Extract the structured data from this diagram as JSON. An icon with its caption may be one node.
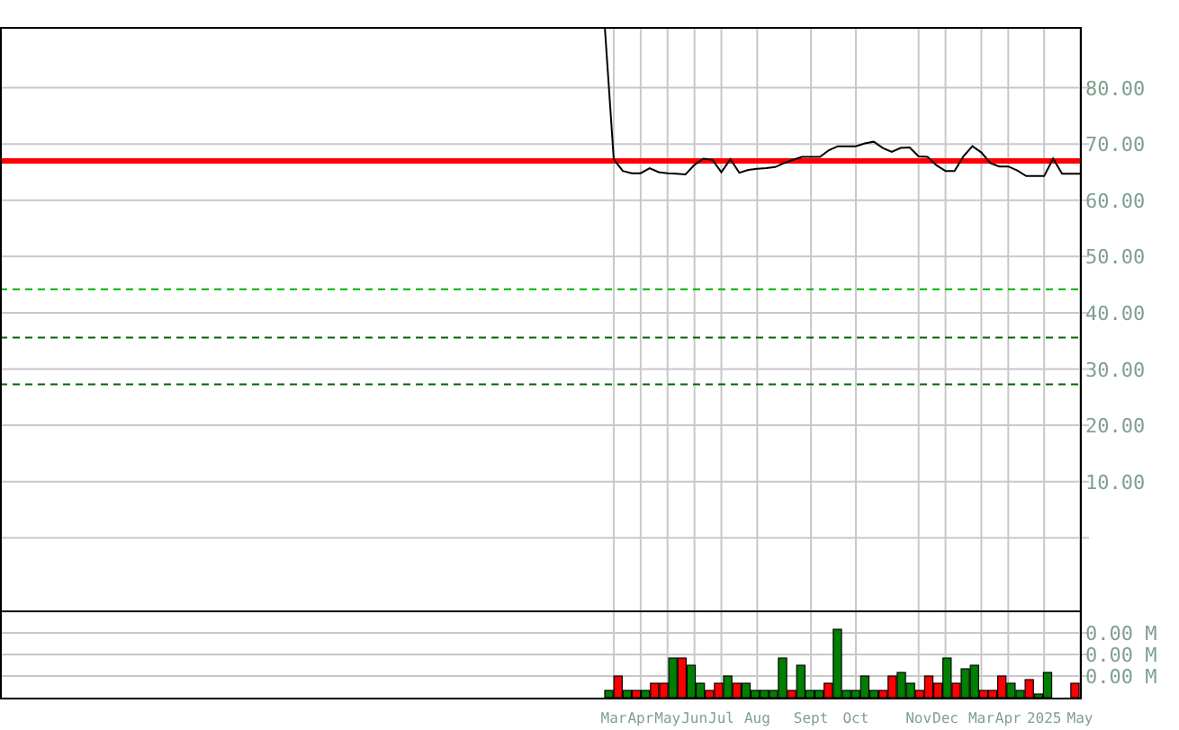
{
  "diagram": {
    "labels": [
      "0.00 M",
      "0.00 M",
      "0.00 M"
    ],
    "chart_data": {
      "type": "line",
      "categories": [
        null,
        "Mar",
        null,
        null,
        "Apr",
        null,
        null,
        "May",
        null,
        null,
        "Jun",
        null,
        null,
        "Jul",
        null,
        null,
        null,
        "Aug",
        null,
        null,
        null,
        null,
        null,
        "Sept",
        null,
        null,
        null,
        null,
        "Oct",
        null,
        null,
        null,
        null,
        null,
        null,
        "Nov",
        null,
        null,
        "Dec",
        null,
        null,
        null,
        "Mar",
        null,
        null,
        "Apr",
        null,
        null,
        null,
        "2025",
        null,
        null,
        null,
        "May"
      ],
      "series": [
        {
          "color": "#000000",
          "values": [
            90.8,
            67.3,
            65.2,
            64.8,
            64.8,
            65.7,
            65,
            64.8,
            64.7,
            64.6,
            66.3,
            67.4,
            67.2,
            65,
            67.3,
            64.9,
            65.4,
            65.6,
            65.7,
            65.9,
            66.6,
            67.2,
            67.7,
            67.7,
            67.7,
            68.9,
            69.6,
            69.6,
            69.6,
            70.1,
            70.4,
            69.3,
            68.6,
            69.3,
            69.4,
            67.8,
            67.7,
            66.2,
            65.2,
            65.2,
            67.8,
            69.6,
            68.5,
            66.6,
            66,
            66,
            65.3,
            64.3,
            64.3,
            64.3,
            67.4,
            64.7,
            64.7,
            64.7
          ]
        }
      ],
      "ylim": [
        -28.4,
        90.8
      ],
      "grid": true,
      "yticks": [
        {
          "value": 10,
          "label": "10.00"
        },
        {
          "value": 20,
          "label": "20.00"
        },
        {
          "value": 30,
          "label": "30.00"
        },
        {
          "value": 40,
          "label": "40.00"
        },
        {
          "value": 50,
          "label": "50.00"
        },
        {
          "value": 60,
          "label": "60.00"
        },
        {
          "value": 70,
          "label": "70.00"
        },
        {
          "value": 80,
          "label": "80.00"
        }
      ],
      "ref_lines": [
        {
          "axis": "y",
          "value": 67,
          "color": "#ff0000"
        },
        {
          "axis": "y",
          "value": 44.2,
          "color": "#00b000"
        },
        {
          "axis": "y",
          "value": 35.6,
          "color": "#006400"
        },
        {
          "axis": "y",
          "value": 27.3,
          "color": "#006400"
        }
      ]
    }
  }
}
